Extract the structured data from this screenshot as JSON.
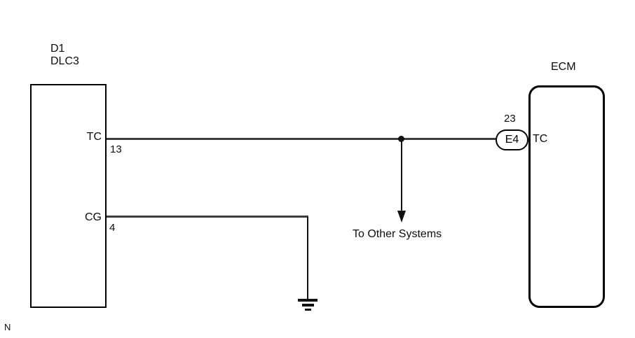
{
  "diagram": {
    "left_connector": {
      "code": "D1",
      "name": "DLC3",
      "pins": [
        {
          "label": "TC",
          "number": "13"
        },
        {
          "label": "CG",
          "number": "4"
        }
      ]
    },
    "right_module": {
      "name": "ECM",
      "connector": {
        "code": "E4",
        "pin_number": "23",
        "pin_label": "TC"
      }
    },
    "branch_label": "To Other Systems",
    "corner_label": "N",
    "colors": {
      "background": "#ffffff",
      "outline": "#000000",
      "wire": "#3d3d3d",
      "text": "#0d0d0d"
    }
  }
}
